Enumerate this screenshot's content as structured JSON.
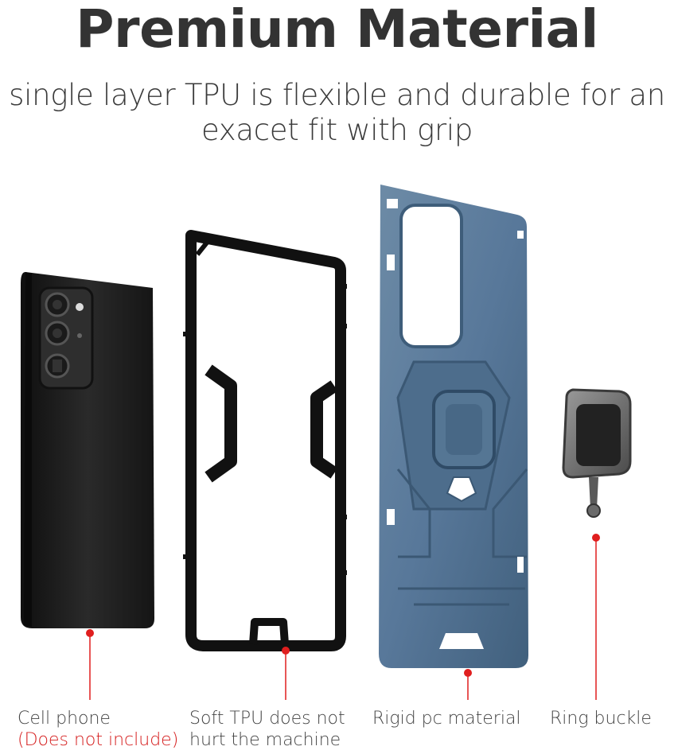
{
  "title": "Premium Material",
  "subtitle": {
    "line1": "single layer TPU is flexible and durable for an",
    "line2": "exacet fit with grip"
  },
  "parts": [
    {
      "name": "cell-phone",
      "label": "Cell phone",
      "note": "(Does not include)"
    },
    {
      "name": "soft-tpu",
      "label_line1": "Soft TPU does not",
      "label_line2": "hurt the machine"
    },
    {
      "name": "rigid-pc",
      "label": "Rigid pc material"
    },
    {
      "name": "ring-buckle",
      "label": "Ring buckle"
    }
  ],
  "colors": {
    "text": "#333333",
    "note": "#d51d1d",
    "marker": "#e01e1e",
    "phone": "#1c1c1c",
    "frame": "#111111",
    "case": "#5a7a96",
    "ring": "#6b6b6b"
  }
}
